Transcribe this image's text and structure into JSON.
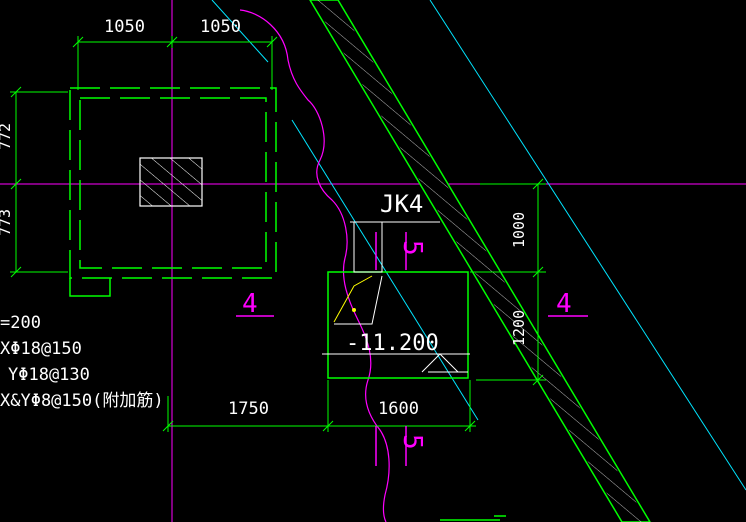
{
  "colors": {
    "background": "#000000",
    "green": "#00ff00",
    "magenta": "#ff00ff",
    "cyan": "#00e5ff",
    "white": "#ffffff",
    "yellow": "#ffff00"
  },
  "dimensions": {
    "top_left": "1050",
    "top_right": "1050",
    "left_upper": "772",
    "left_lower": "773",
    "right_upper": "1000",
    "right_lower": "1200",
    "bottom_left": "1750",
    "bottom_right": "1600"
  },
  "labels": {
    "foundation_tag": "JK4",
    "elevation": "-11.200",
    "section_mark_4_left": "4",
    "section_mark_4_right": "4",
    "section_mark_5_upper": "5",
    "section_mark_5_lower": "5"
  },
  "notes": [
    "=200",
    "XΦ18@150",
    "YΦ18@130",
    "X&YΦ8@150(附加筋)"
  ]
}
